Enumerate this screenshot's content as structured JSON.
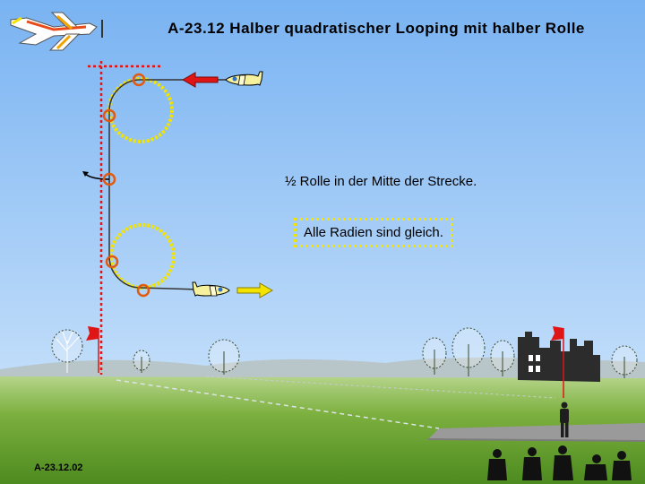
{
  "title": "A-23.12 Halber quadratischer Looping mit halber Rolle",
  "notes": {
    "half_roll": "½ Rolle in der Mitte der Strecke.",
    "radii": "Alle Radien sind gleich."
  },
  "figure_code": "A-23.12.02",
  "icons": [
    "plane-logo-icon",
    "plane-icon",
    "arrow-left-icon",
    "arrow-right-icon",
    "flag-icon",
    "tree-icon",
    "pilot-icon",
    "spectator-icon",
    "building-icon"
  ],
  "colors": {
    "sky_top": "#79b3f2",
    "sky_bottom": "#cfe5fb",
    "grass": "#5d9b2a",
    "path_red": "#e01515",
    "radius_yellow": "#f2e300",
    "marker_orange": "#e05a10"
  }
}
